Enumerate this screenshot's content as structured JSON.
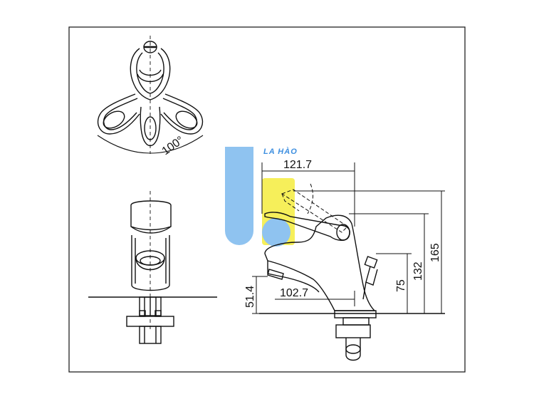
{
  "brand": {
    "name": "LA HÀO",
    "colors": {
      "blue": "#8fc3f0",
      "yellow": "#f6ef5a",
      "text": "#3d8fe0"
    }
  },
  "top_view": {
    "angle_label": "100°"
  },
  "side_view": {
    "dim_spout_reach": "121.7",
    "dim_outlet_reach": "102.7",
    "dim_outlet_height": "51.4",
    "dim_body_height": "75",
    "dim_spout_height": "132",
    "dim_total_height": "165"
  }
}
